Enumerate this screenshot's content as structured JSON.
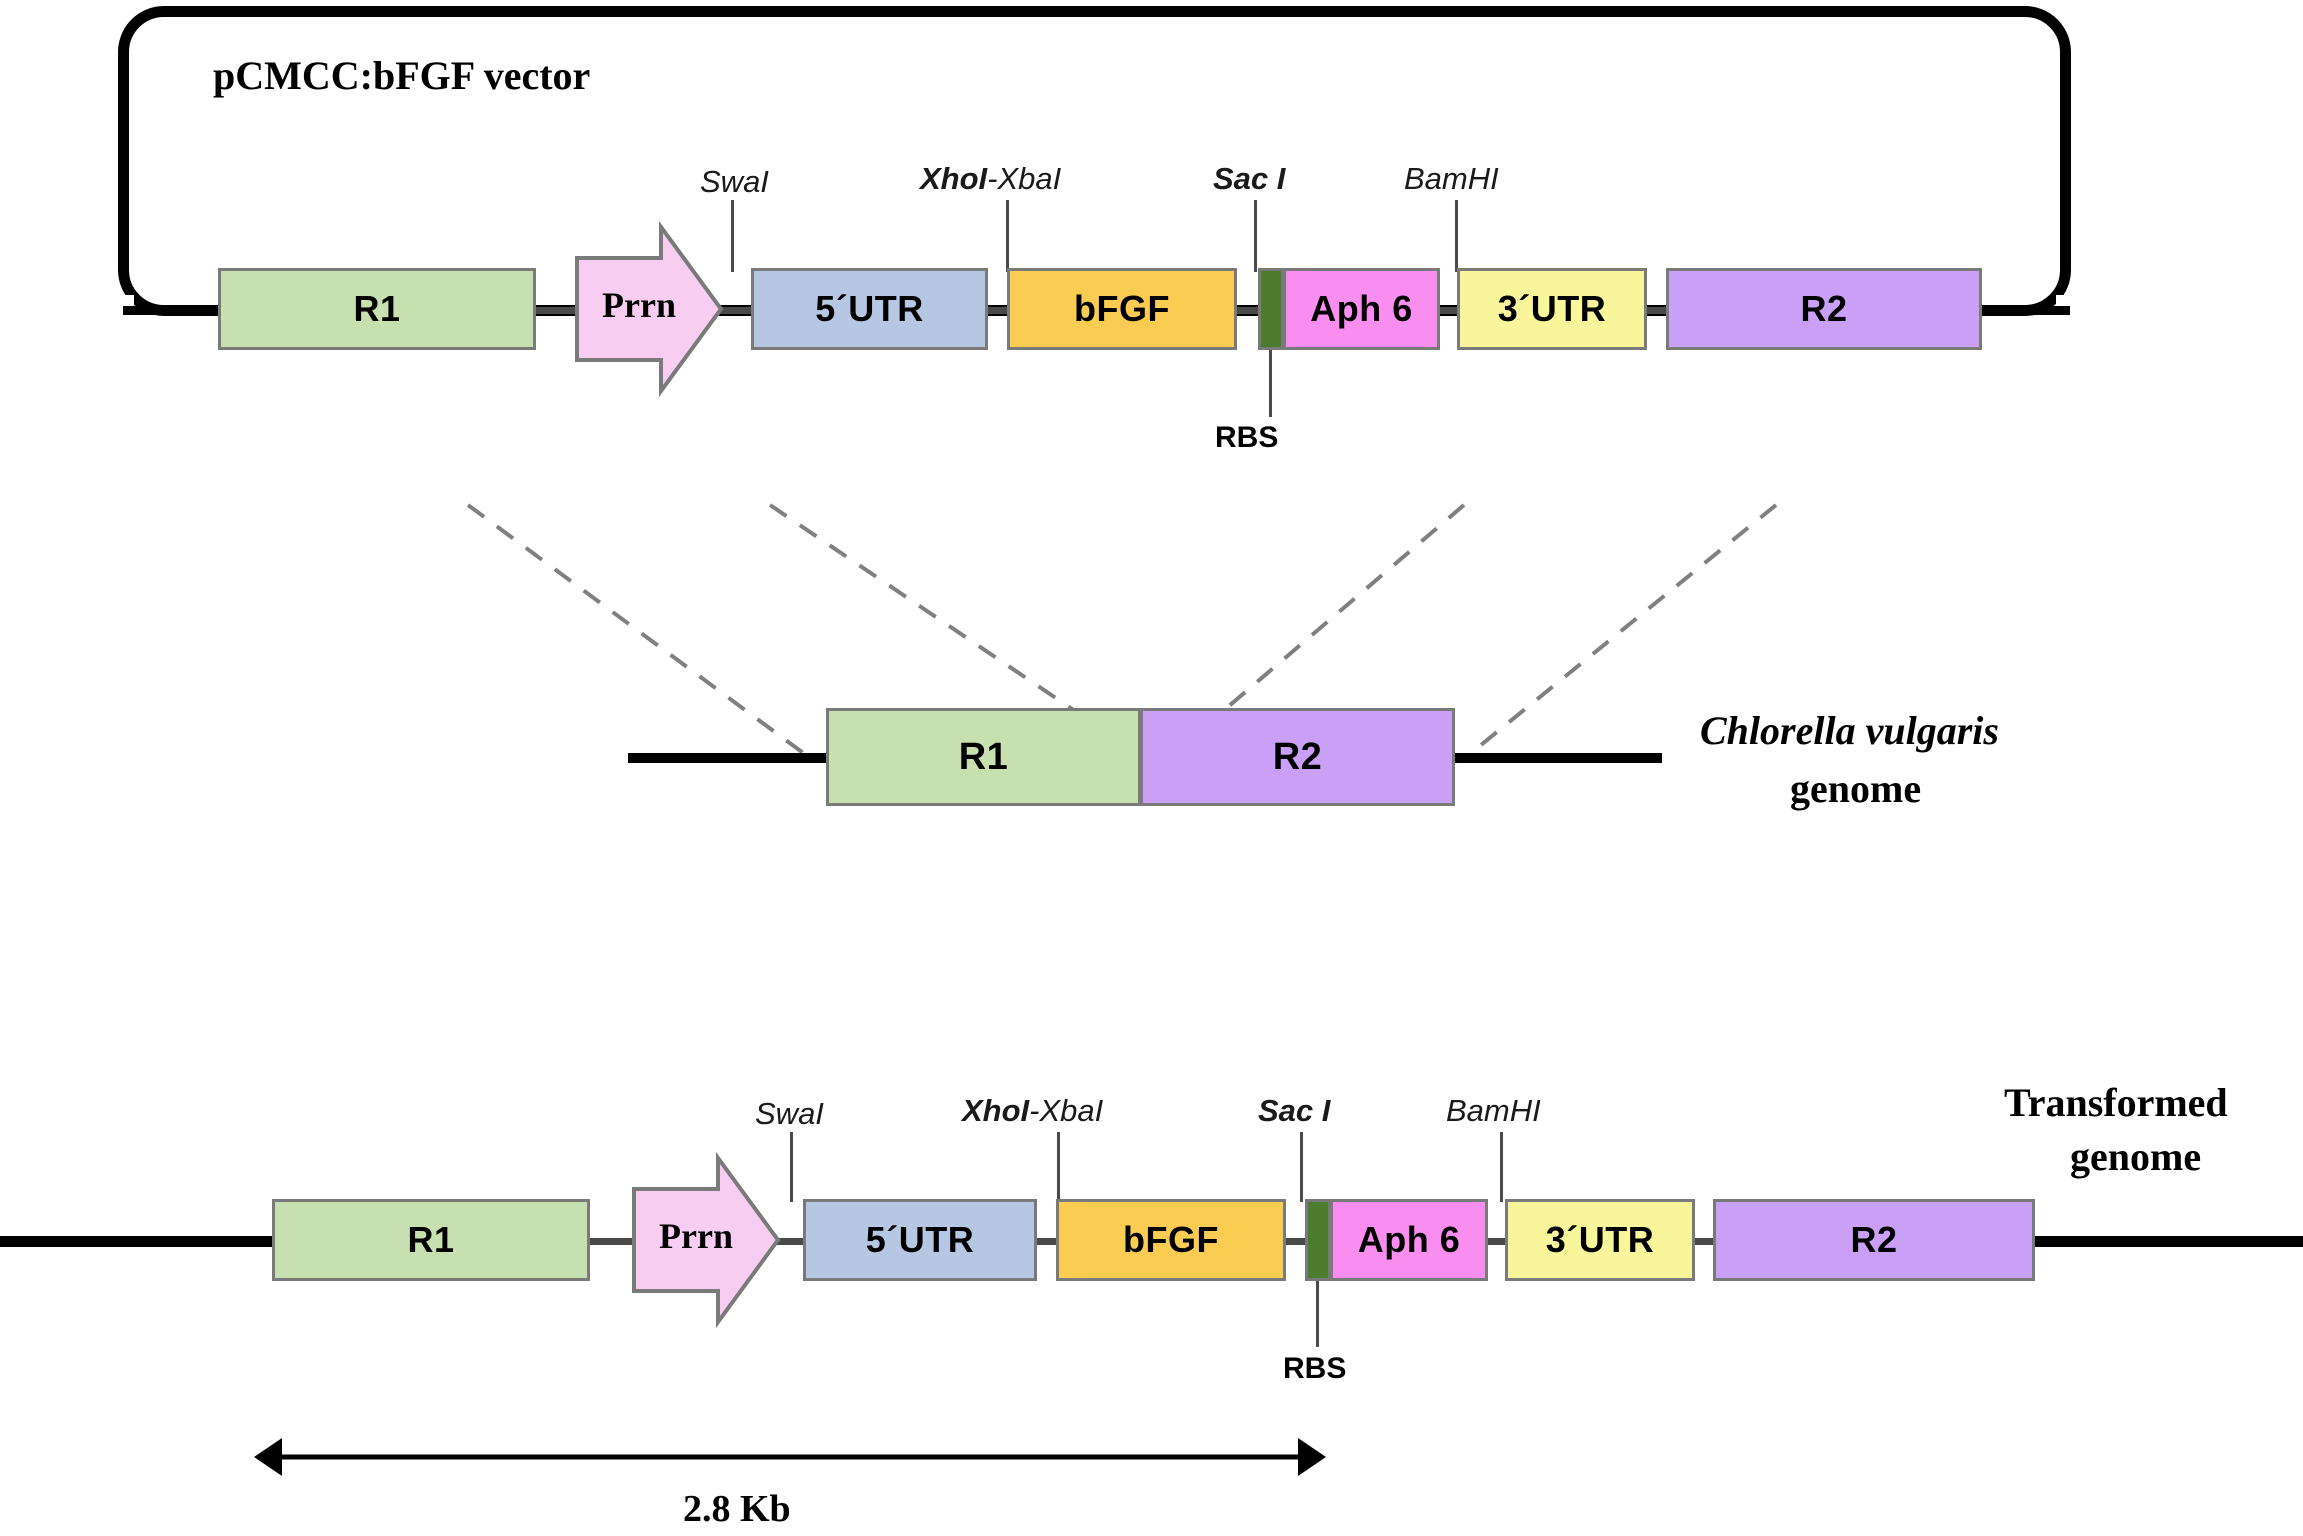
{
  "figure": {
    "vector_title": "pCMCC:bFGF vector",
    "genome_label_species": "Chlorella vulgaris",
    "genome_label_word": "genome",
    "transformed_label_line1": "Transformed",
    "transformed_label_line2": "genome",
    "scale_label": "2.8 Kb",
    "rbs_label": "RBS"
  },
  "colors": {
    "r1": "#c6e0b0",
    "r2": "#c9a0f5",
    "promoter": "#f7cdf2",
    "utr5": "#b6c7e4",
    "bfgf": "#fbcc52",
    "rbs": "#4c7c2e",
    "aph6": "#fa8df0",
    "utr3": "#f8f59a",
    "box_border": "#7a7a7a",
    "dna_line": "#000000",
    "dashed_line": "#808080",
    "frame": "#000000"
  },
  "restriction_sites": [
    {
      "name": "SwaI",
      "bold_part": "",
      "regular_part": "SwaI",
      "style": "italic"
    },
    {
      "name": "XhoI-XbaI",
      "bold_part": "XhoI",
      "regular_part": "-XbaI",
      "style": "bold-italic-mixed"
    },
    {
      "name": "Sac I",
      "bold_part": "Sac I",
      "regular_part": "",
      "style": "bold-italic"
    },
    {
      "name": "BamHI",
      "bold_part": "",
      "regular_part": "BamHI",
      "style": "italic"
    }
  ],
  "vector_panel": {
    "elements": [
      {
        "id": "r1",
        "label": "R1",
        "type": "box",
        "color": "#c6e0b0",
        "font": "sans"
      },
      {
        "id": "prrn",
        "label": "Prrn",
        "type": "arrow",
        "color": "#f7cdf2",
        "font": "serif"
      },
      {
        "id": "utr5",
        "label": "5´UTR",
        "type": "box",
        "color": "#b6c7e4",
        "font": "sans"
      },
      {
        "id": "bfgf",
        "label": "bFGF",
        "type": "box",
        "color": "#fbcc52",
        "font": "sans"
      },
      {
        "id": "rbs",
        "label": "",
        "type": "rbs",
        "color": "#4c7c2e",
        "font": "sans"
      },
      {
        "id": "aph6",
        "label": "Aph 6",
        "type": "box",
        "color": "#fa8df0",
        "font": "sans"
      },
      {
        "id": "utr3",
        "label": "3´UTR",
        "type": "box",
        "color": "#f8f59a",
        "font": "sans"
      },
      {
        "id": "r2",
        "label": "R2",
        "type": "box",
        "color": "#c9a0f5",
        "font": "sans"
      }
    ]
  },
  "genome_panel": {
    "elements": [
      {
        "id": "r1",
        "label": "R1",
        "color": "#c6e0b0"
      },
      {
        "id": "r2",
        "label": "R2",
        "color": "#c9a0f5"
      }
    ]
  },
  "transformed_panel": {
    "elements": [
      {
        "id": "r1",
        "label": "R1",
        "type": "box",
        "color": "#c6e0b0",
        "font": "sans"
      },
      {
        "id": "prrn",
        "label": "Prrn",
        "type": "arrow",
        "color": "#f7cdf2",
        "font": "serif"
      },
      {
        "id": "utr5",
        "label": "5´UTR",
        "type": "box",
        "color": "#b6c7e4",
        "font": "sans"
      },
      {
        "id": "bfgf",
        "label": "bFGF",
        "type": "box",
        "color": "#fbcc52",
        "font": "sans"
      },
      {
        "id": "rbs",
        "label": "",
        "type": "rbs",
        "color": "#4c7c2e",
        "font": "sans"
      },
      {
        "id": "aph6",
        "label": "Aph 6",
        "type": "box",
        "color": "#fa8df0",
        "font": "sans"
      },
      {
        "id": "utr3",
        "label": "3´UTR",
        "type": "box",
        "color": "#f8f59a",
        "font": "sans"
      },
      {
        "id": "r2",
        "label": "R2",
        "type": "box",
        "color": "#c9a0f5",
        "font": "sans"
      }
    ]
  }
}
